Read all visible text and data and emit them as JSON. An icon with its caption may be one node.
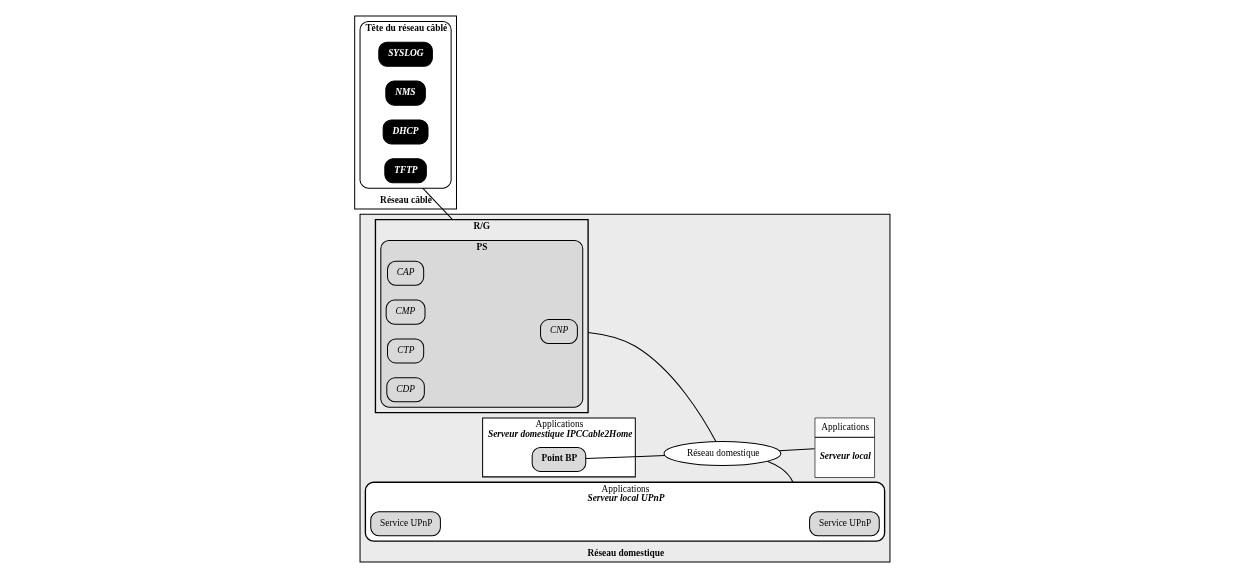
{
  "diagram": {
    "nodes": [
      {
        "text": [
          "Réseau câblé"
        ]
      },
      {
        "text": [
          "Tête du réseau câblé"
        ],
        "in": 0
      },
      {
        "text": [
          "SYSLOG"
        ],
        "in": 1
      },
      {
        "text": [
          "NMS"
        ],
        "in": 1
      },
      {
        "text": [
          "DHCP"
        ],
        "in": 1
      },
      {
        "text": [
          "TFTP"
        ],
        "in": 1
      },
      {
        "text": [
          "Réseau domestique"
        ]
      },
      {
        "text": [
          "R/G"
        ],
        "in": 6
      },
      {
        "text": [
          "PS"
        ],
        "in": 7
      },
      {
        "text": [
          "CAP"
        ],
        "in": 8
      },
      {
        "text": [
          "CMP"
        ],
        "in": 8
      },
      {
        "text": [
          "CTP"
        ],
        "in": 8
      },
      {
        "text": [
          "CDP"
        ],
        "in": 8
      },
      {
        "text": [
          "CNP"
        ],
        "in": 8
      },
      {
        "text": [
          "Réseau domestique"
        ],
        "in": 6
      },
      {
        "text": [
          "Applications",
          "Serveur domestique IPCCable2Home"
        ],
        "in": 6
      },
      {
        "text": [
          "Point BP"
        ],
        "in": 15
      },
      {
        "text": [
          "Applications",
          "Serveur local UPnP"
        ],
        "in": 6
      },
      {
        "text": [
          "Service UPnP"
        ],
        "in": 17
      },
      {
        "text": [
          "Service UPnP"
        ],
        "in": 17
      },
      {
        "text": [
          "Applications",
          "Serveur local"
        ],
        "in": 6
      }
    ],
    "edges": [
      {
        "from": 1,
        "to": 7,
        "arrow": "none"
      },
      {
        "from": 7,
        "to": 14,
        "arrow": "none"
      },
      {
        "from": 16,
        "to": 14,
        "arrow": "none"
      },
      {
        "from": 14,
        "to": 17,
        "arrow": "none"
      },
      {
        "from": 14,
        "to": 20,
        "arrow": "none"
      }
    ]
  }
}
